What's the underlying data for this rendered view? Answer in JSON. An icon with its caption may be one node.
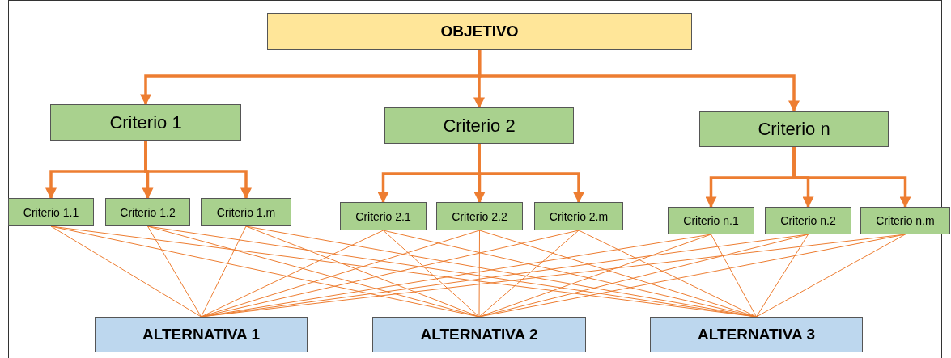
{
  "diagram": {
    "nodes": [
      {
        "text": [
          "OBJETIVO"
        ]
      },
      {
        "text": [
          "Criterio 1"
        ]
      },
      {
        "text": [
          "Criterio 2"
        ]
      },
      {
        "text": [
          "Criterio n"
        ]
      },
      {
        "text": [
          "Criterio 1.1"
        ]
      },
      {
        "text": [
          "Criterio 1.2"
        ]
      },
      {
        "text": [
          "Criterio 1.m"
        ]
      },
      {
        "text": [
          "Criterio 2.1"
        ]
      },
      {
        "text": [
          "Criterio 2.2"
        ]
      },
      {
        "text": [
          "Criterio 2.m"
        ]
      },
      {
        "text": [
          "Criterio n.1"
        ]
      },
      {
        "text": [
          "Criterio n.2"
        ]
      },
      {
        "text": [
          "Criterio n.m"
        ]
      },
      {
        "text": [
          "ALTERNATIVA 1"
        ]
      },
      {
        "text": [
          "ALTERNATIVA 2"
        ]
      },
      {
        "text": [
          "ALTERNATIVA 3"
        ]
      }
    ],
    "edges": [
      {
        "from": 0,
        "to": 1,
        "arrow": "to",
        "style": "thick"
      },
      {
        "from": 0,
        "to": 2,
        "arrow": "to",
        "style": "thick"
      },
      {
        "from": 0,
        "to": 3,
        "arrow": "to",
        "style": "thick"
      },
      {
        "from": 1,
        "to": 4,
        "arrow": "to",
        "style": "thick"
      },
      {
        "from": 1,
        "to": 5,
        "arrow": "to",
        "style": "thick"
      },
      {
        "from": 1,
        "to": 6,
        "arrow": "to",
        "style": "thick"
      },
      {
        "from": 2,
        "to": 7,
        "arrow": "to",
        "style": "thick"
      },
      {
        "from": 2,
        "to": 8,
        "arrow": "to",
        "style": "thick"
      },
      {
        "from": 2,
        "to": 9,
        "arrow": "to",
        "style": "thick"
      },
      {
        "from": 3,
        "to": 10,
        "arrow": "to",
        "style": "thick"
      },
      {
        "from": 3,
        "to": 11,
        "arrow": "to",
        "style": "thick"
      },
      {
        "from": 3,
        "to": 12,
        "arrow": "to",
        "style": "thick"
      },
      {
        "from": 4,
        "to": 13,
        "arrow": "none"
      },
      {
        "from": 4,
        "to": 14,
        "arrow": "none"
      },
      {
        "from": 4,
        "to": 15,
        "arrow": "none"
      },
      {
        "from": 5,
        "to": 13,
        "arrow": "none"
      },
      {
        "from": 5,
        "to": 14,
        "arrow": "none"
      },
      {
        "from": 5,
        "to": 15,
        "arrow": "none"
      },
      {
        "from": 6,
        "to": 13,
        "arrow": "none"
      },
      {
        "from": 6,
        "to": 14,
        "arrow": "none"
      },
      {
        "from": 6,
        "to": 15,
        "arrow": "none"
      },
      {
        "from": 7,
        "to": 13,
        "arrow": "none"
      },
      {
        "from": 7,
        "to": 14,
        "arrow": "none"
      },
      {
        "from": 7,
        "to": 15,
        "arrow": "none"
      },
      {
        "from": 8,
        "to": 13,
        "arrow": "none"
      },
      {
        "from": 8,
        "to": 14,
        "arrow": "none"
      },
      {
        "from": 8,
        "to": 15,
        "arrow": "none"
      },
      {
        "from": 9,
        "to": 13,
        "arrow": "none"
      },
      {
        "from": 9,
        "to": 14,
        "arrow": "none"
      },
      {
        "from": 9,
        "to": 15,
        "arrow": "none"
      },
      {
        "from": 10,
        "to": 13,
        "arrow": "none"
      },
      {
        "from": 10,
        "to": 14,
        "arrow": "none"
      },
      {
        "from": 10,
        "to": 15,
        "arrow": "none"
      },
      {
        "from": 11,
        "to": 13,
        "arrow": "none"
      },
      {
        "from": 11,
        "to": 14,
        "arrow": "none"
      },
      {
        "from": 11,
        "to": 15,
        "arrow": "none"
      },
      {
        "from": 12,
        "to": 13,
        "arrow": "none"
      },
      {
        "from": 12,
        "to": 14,
        "arrow": "none"
      },
      {
        "from": 12,
        "to": 15,
        "arrow": "none"
      }
    ]
  }
}
